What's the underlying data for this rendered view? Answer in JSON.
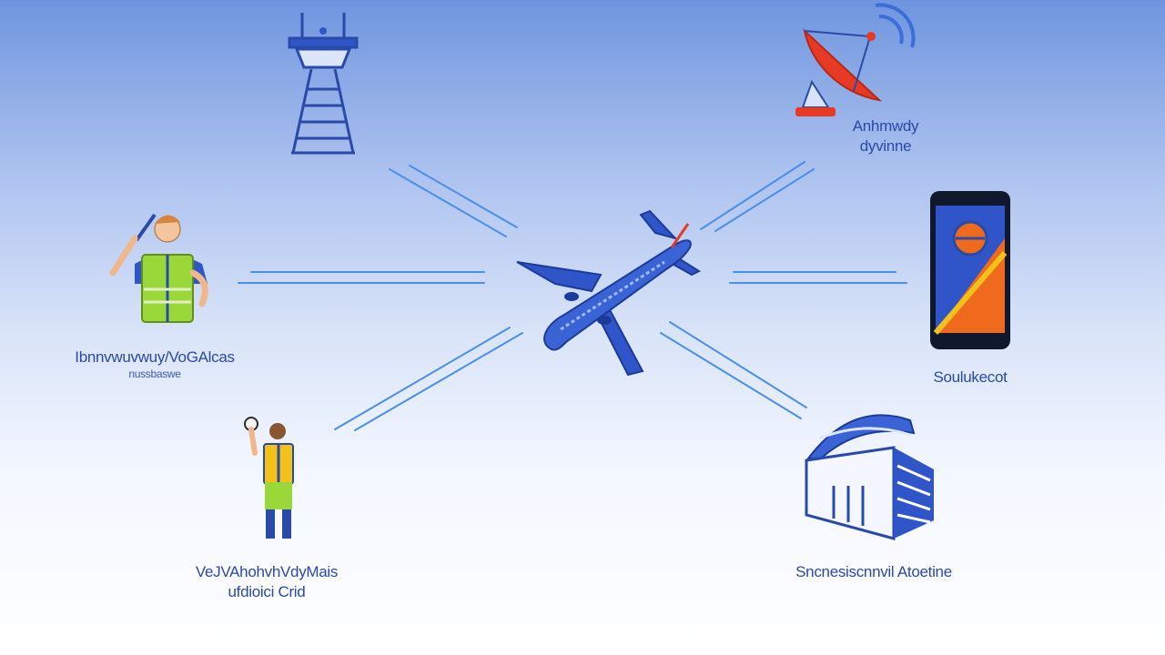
{
  "nodes": {
    "tower": {
      "name": "control-tower-icon"
    },
    "satellite": {
      "line1": "Anhmwdy",
      "line2": "dyvinne"
    },
    "marshaller": {
      "line1": "Ibnnvwuvwuy/VoGAlcas",
      "line2": "nussbaswe"
    },
    "phone": {
      "line1": "Soulukecot"
    },
    "ground_staff": {
      "line1": "VeJVAhohvhVdyMais",
      "line2": "ufdioici Crid"
    },
    "building": {
      "line1": "Sncnesiscnnvil Atoetine"
    }
  },
  "colors": {
    "accent": "#2a4aa8",
    "plane": "#2f55c9",
    "links": "#4a8fe8",
    "vest_green": "#9ad83a",
    "vest_yellow": "#f3c21a",
    "dish_red": "#e63a24",
    "phone_orange": "#f06a1e"
  }
}
